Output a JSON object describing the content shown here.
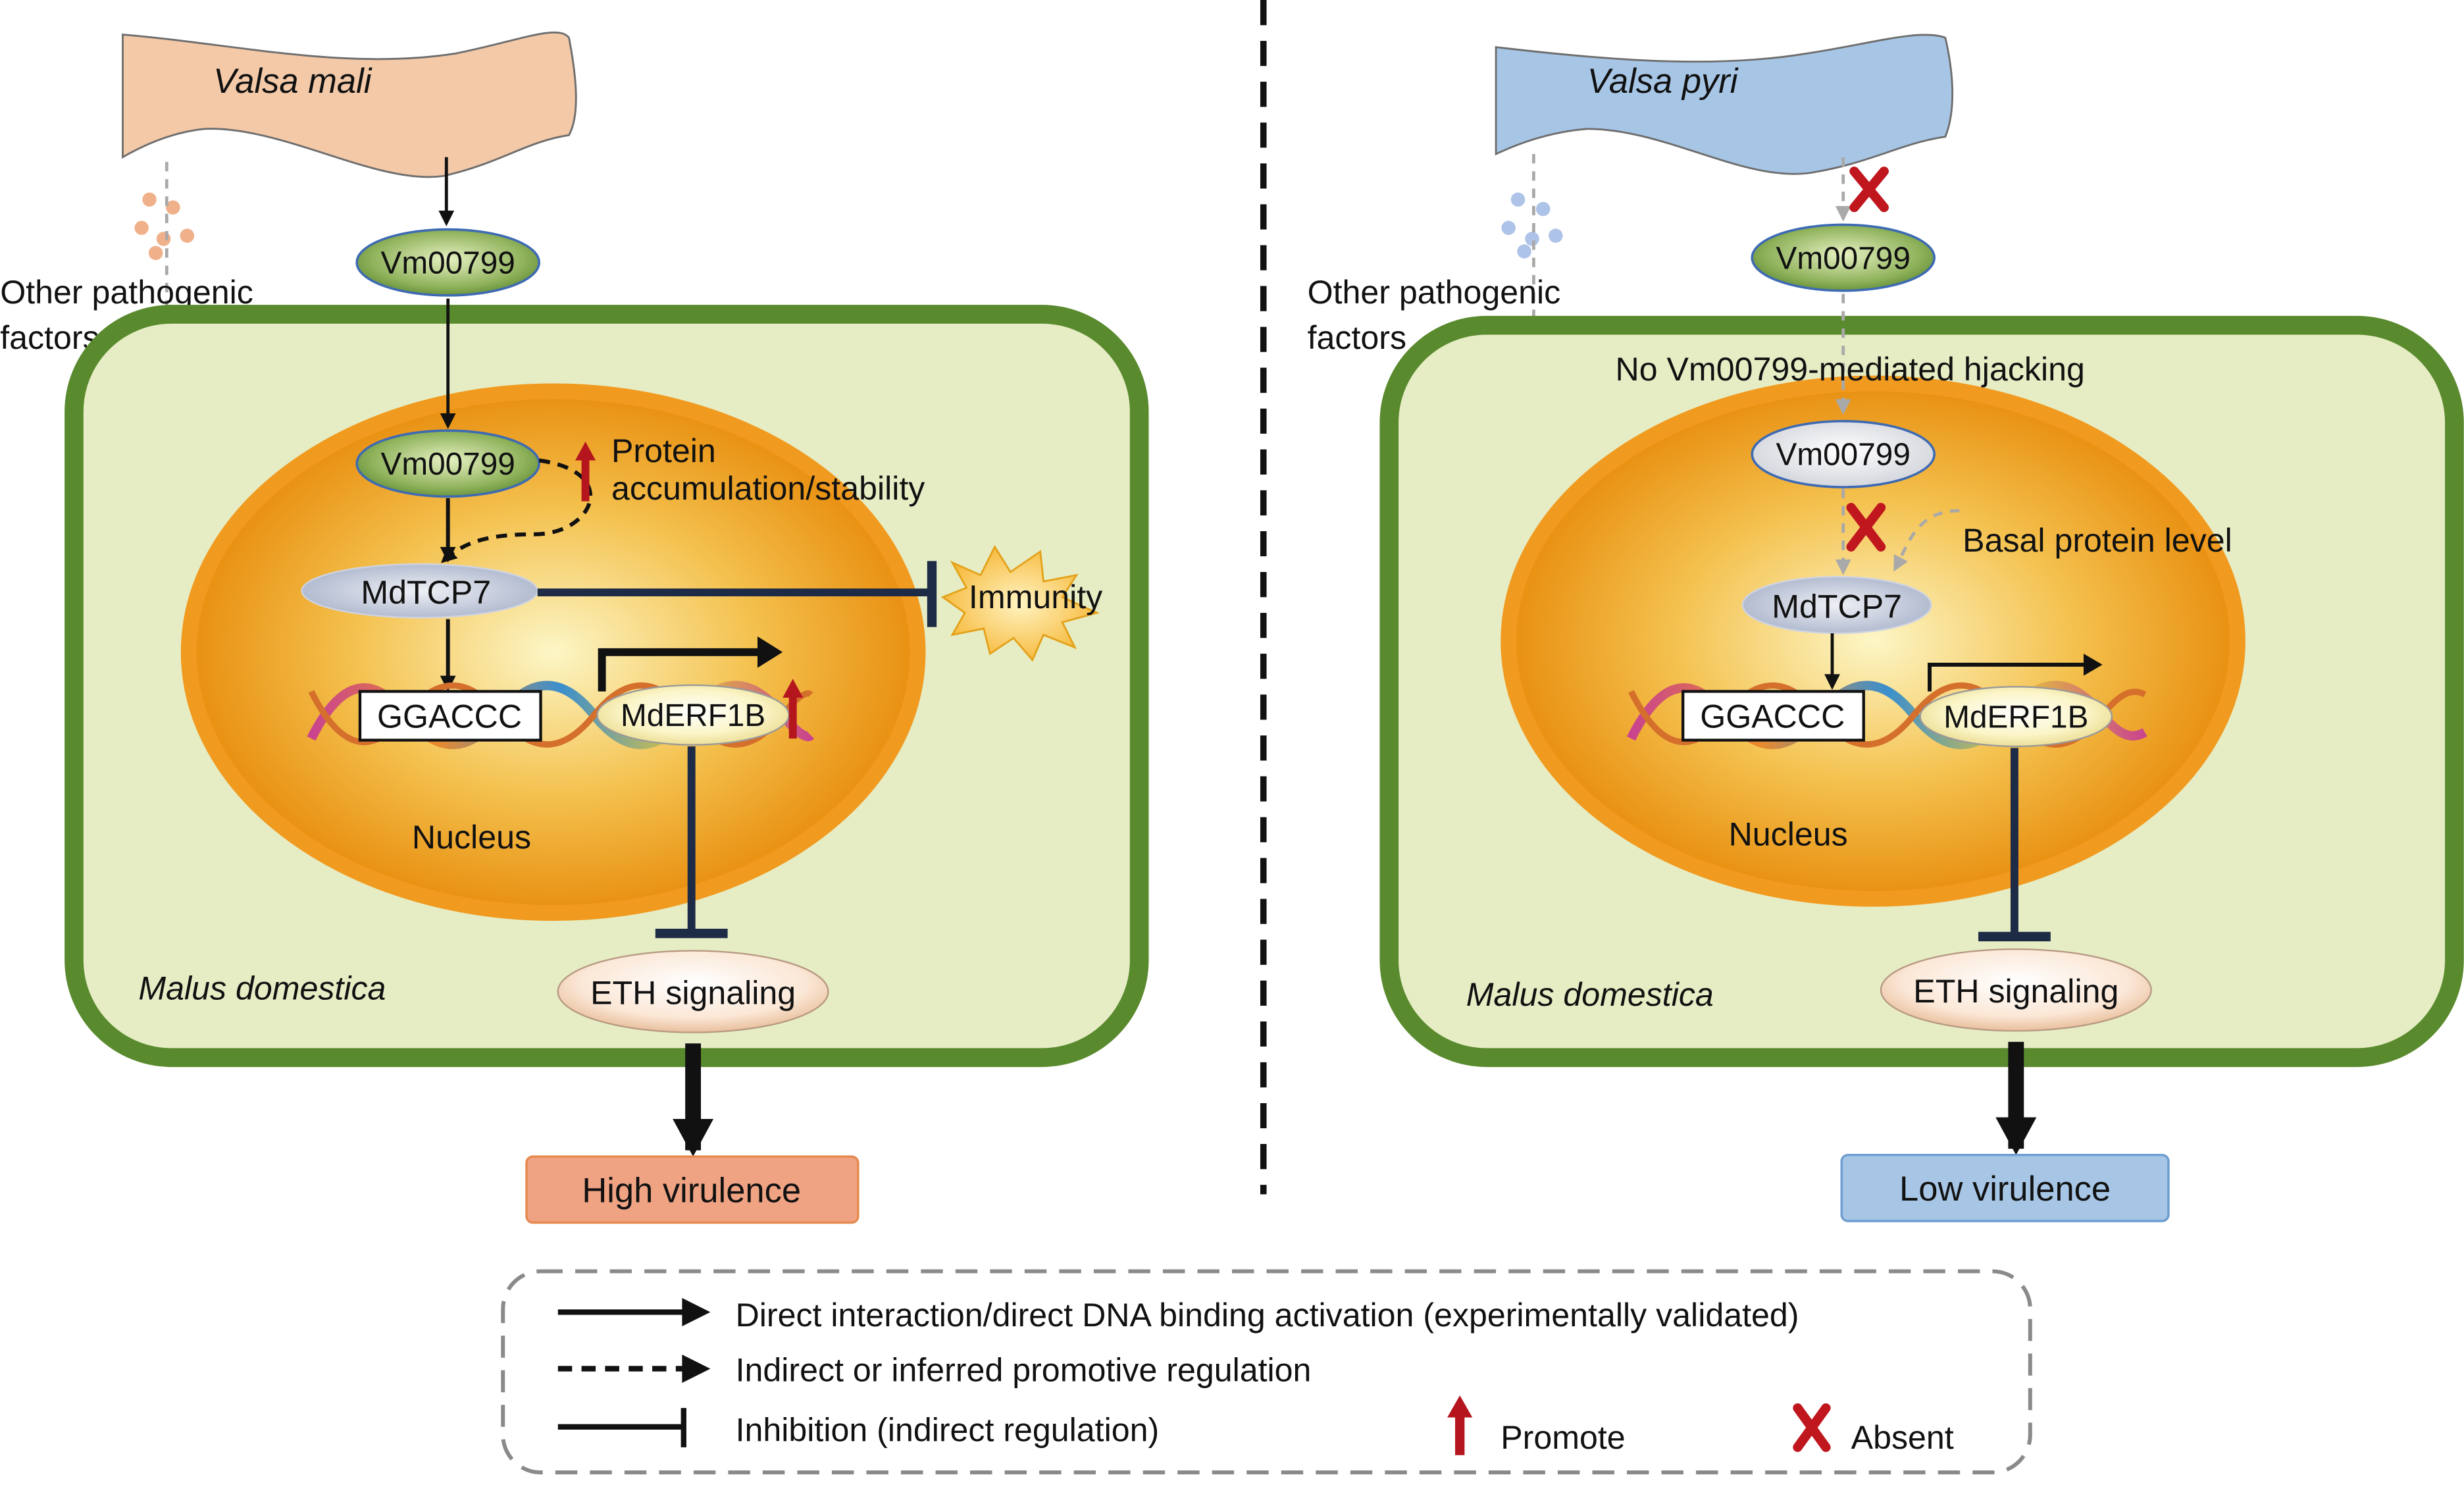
{
  "left_panel": {
    "pathogen": "Valsa mali",
    "other_factors_line1": "Other pathogenic",
    "other_factors_line2": "factors",
    "effector_outside": "Vm00799",
    "effector_nucleus": "Vm00799",
    "stability_line1": "Protein",
    "stability_line2": "accumulation/stability",
    "tf": "MdTCP7",
    "immunity": "Immunity",
    "motif": "GGACCC",
    "target_gene": "MdERF1B",
    "nucleus": "Nucleus",
    "host": "Malus domestica",
    "signaling": "ETH signaling",
    "outcome": "High virulence",
    "membrane_color": "#5a8a2e",
    "cytoplasm_color": "#e6edc4",
    "outcome_color": "#f0a383"
  },
  "right_panel": {
    "pathogen": "Valsa pyri",
    "other_factors_line1": "Other pathogenic",
    "other_factors_line2": "factors",
    "effector_outside": "Vm00799",
    "no_hijack": "No Vm00799-mediated hjacking",
    "effector_nucleus": "Vm00799",
    "basal_level": "Basal protein level",
    "tf": "MdTCP7",
    "motif": "GGACCC",
    "target_gene": "MdERF1B",
    "nucleus": "Nucleus",
    "host": "Malus domestica",
    "signaling": "ETH signaling",
    "outcome": "Low virulence",
    "outcome_color": "#a7c6e6"
  },
  "legend": {
    "direct": "Direct interaction/direct DNA binding activation (experimentally validated)",
    "indirect": "Indirect or inferred promotive regulation",
    "inhibition": "Inhibition (indirect regulation)",
    "promote": "Promote",
    "absent": "Absent"
  },
  "colors": {
    "promote_arrow": "#b5161e",
    "absent_cross": "#c0161e",
    "inhibit_bar": "#1e2b46",
    "nucleus_orange": "#f19a20"
  }
}
